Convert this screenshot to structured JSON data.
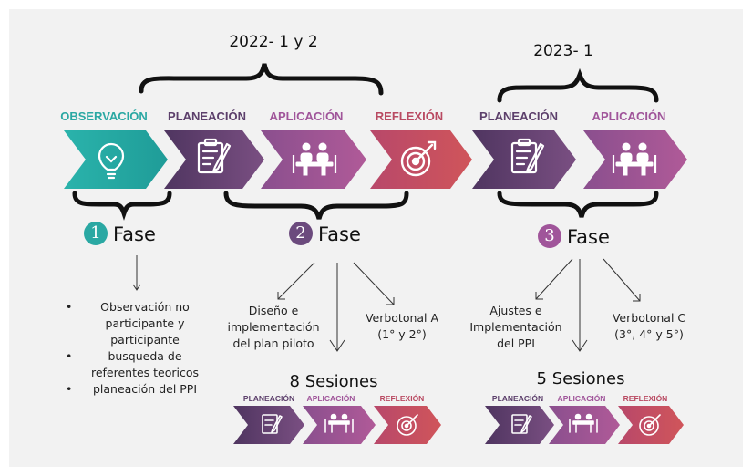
{
  "colors": {
    "observacion": "#2aa8a3",
    "planeacion": "#5c3f6b",
    "aplicacion": "#9a4f8c",
    "reflexion": "#c04a5e",
    "teal_text": "#2aa8a3",
    "purple_text": "#5c3f6b",
    "magenta_text": "#a0559a",
    "red_text": "#b94a62"
  },
  "top_row": {
    "year_left": "2022- 1 y 2",
    "year_right": "2023- 1",
    "steps": [
      {
        "label": "OBSERVACIÓN",
        "icon": "lightbulb-icon",
        "color": "#2aa8a3"
      },
      {
        "label": "PLANEACIÓN",
        "icon": "clipboard-pencil-icon",
        "color": "#5c3f6b"
      },
      {
        "label": "APLICACIÓN",
        "icon": "meeting-people-icon",
        "color": "#9a4f8c"
      },
      {
        "label": "REFLEXIÓN",
        "icon": "target-arrow-icon",
        "color": "#c04a5e"
      },
      {
        "label": "PLANEACIÓN",
        "icon": "clipboard-pencil-icon",
        "color": "#5c3f6b"
      },
      {
        "label": "APLICACIÓN",
        "icon": "meeting-people-icon",
        "color": "#9a4f8c"
      }
    ]
  },
  "phases": [
    {
      "number": "1",
      "label": "Fase",
      "color": "#2aa8a3",
      "bullets": [
        "Observación no participante y participante",
        "busqueda de referentes teoricos",
        "planeación del PPI"
      ]
    },
    {
      "number": "2",
      "label": "Fase",
      "color": "#6b4a7d",
      "left_text": "Diseño e implementación del plan piloto",
      "right_text_1": "Verbotonal A",
      "right_text_2": "(1° y 2°)",
      "sessions": "8 Sesiones",
      "mini_steps": [
        "PLANEACIÓN",
        "APLICACIÓN",
        "REFLEXIÓN"
      ]
    },
    {
      "number": "3",
      "label": "Fase",
      "color": "#a0559a",
      "left_text": "Ajustes e Implementación del PPI",
      "right_text_1": "Verbotonal C",
      "right_text_2": "(3°, 4° y 5°)",
      "sessions": "5 Sesiones",
      "mini_steps": [
        "PLANEACIÓN",
        "APLICACIÓN",
        "REFLEXIÓN"
      ]
    }
  ]
}
